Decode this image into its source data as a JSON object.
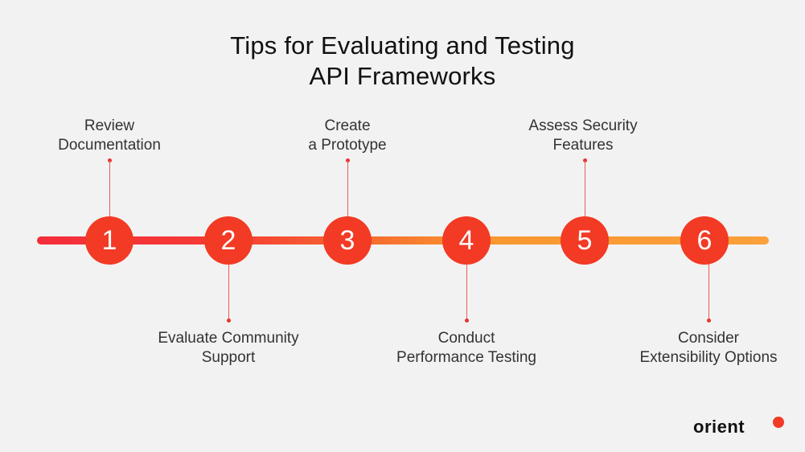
{
  "title": {
    "line1": "Tips for Evaluating and Testing",
    "line2": "API Frameworks"
  },
  "colors": {
    "background": "#f2f2f2",
    "node": "#f23a24",
    "line_start": "#f42d3a",
    "line_end": "#fba03a",
    "text": "#333333"
  },
  "steps": [
    {
      "number": "1",
      "line1": "Review",
      "line2": "Documentation",
      "position": "above"
    },
    {
      "number": "2",
      "line1": "Evaluate Community",
      "line2": "Support",
      "position": "below"
    },
    {
      "number": "3",
      "line1": "Create",
      "line2": "a Prototype",
      "position": "above"
    },
    {
      "number": "4",
      "line1": "Conduct",
      "line2": "Performance Testing",
      "position": "below"
    },
    {
      "number": "5",
      "line1": "Assess Security",
      "line2": "Features",
      "position": "above"
    },
    {
      "number": "6",
      "line1": "Consider",
      "line2": "Extensibility Options",
      "position": "below"
    }
  ],
  "logo": {
    "text": "orient"
  }
}
